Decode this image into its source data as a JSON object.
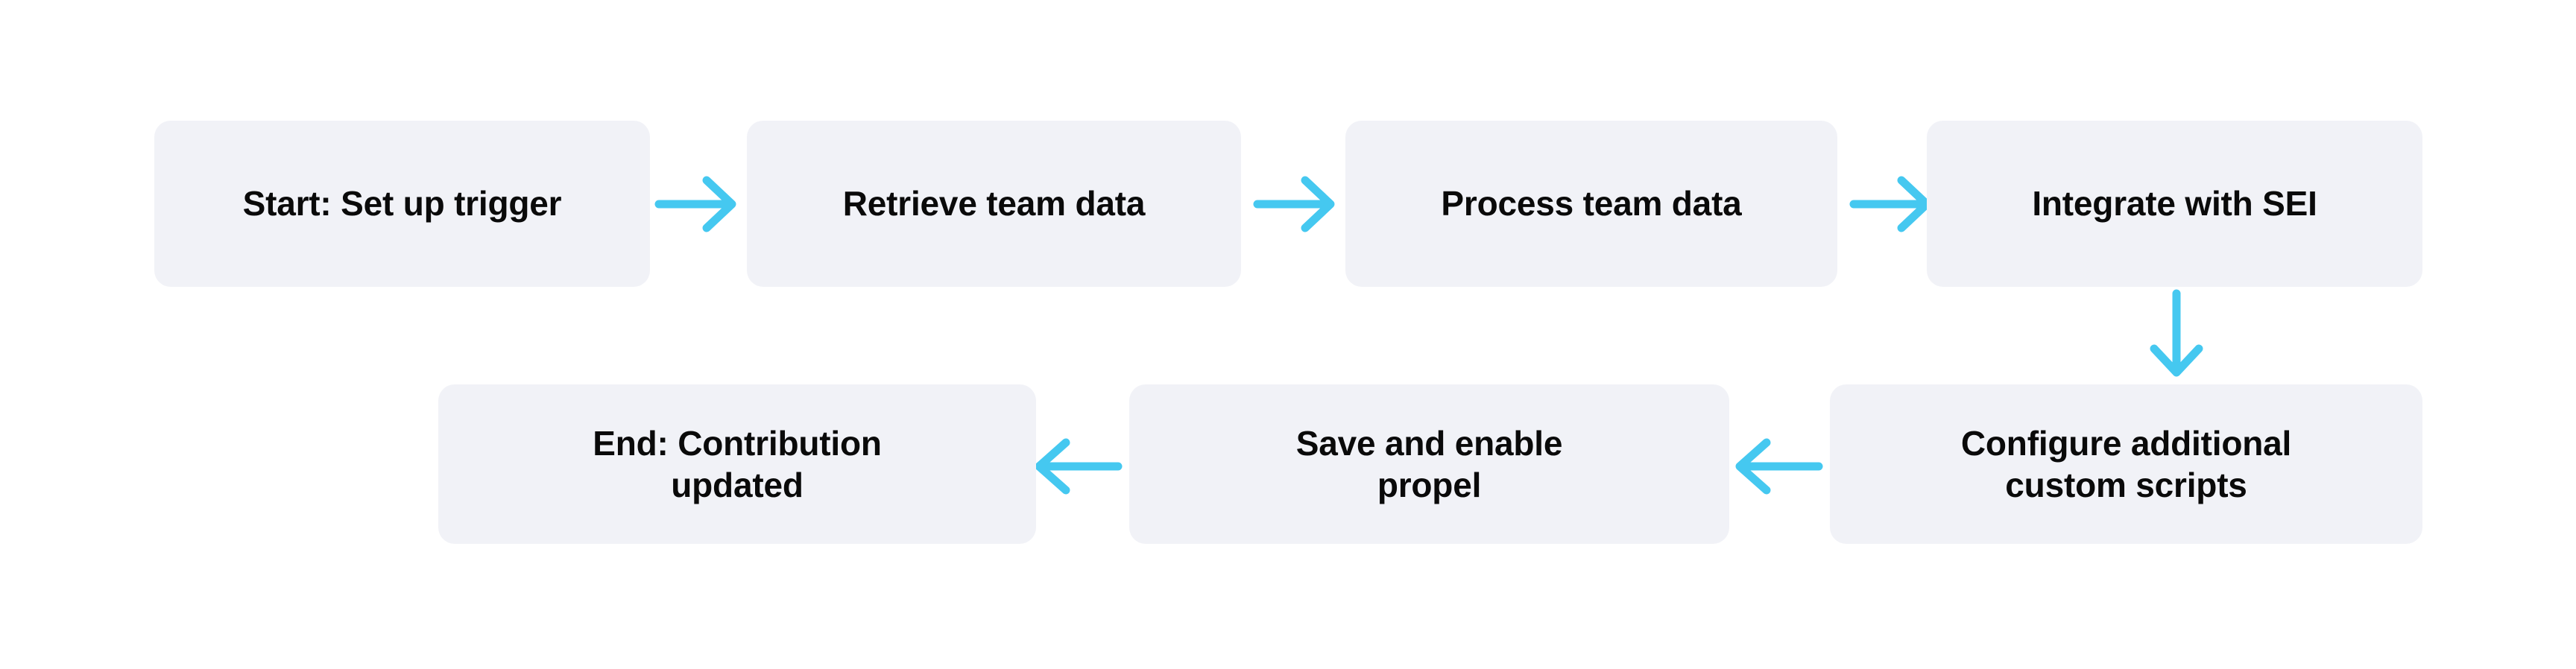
{
  "diagram": {
    "type": "flowchart",
    "orientation": "snake-left-to-right-then-right-to-left",
    "background_color": "#FFFFFF",
    "node_fill_color": "#F1F2F7",
    "node_text_color": "#0A0A0A",
    "arrow_color": "#45C8F0",
    "nodes": [
      {
        "id": "start",
        "label": "Start: Set up trigger",
        "row": 1,
        "order": 1
      },
      {
        "id": "retrieve",
        "label": "Retrieve team data",
        "row": 1,
        "order": 2
      },
      {
        "id": "process",
        "label": "Process team data",
        "row": 1,
        "order": 3
      },
      {
        "id": "integrate",
        "label": "Integrate with SEI",
        "row": 1,
        "order": 4
      },
      {
        "id": "configure",
        "label": "Configure additional\ncustom scripts",
        "row": 2,
        "order": 5
      },
      {
        "id": "save",
        "label": "Save and enable\npropel",
        "row": 2,
        "order": 6
      },
      {
        "id": "end",
        "label": "End: Contribution\nupdated",
        "row": 2,
        "order": 7
      }
    ],
    "edges": [
      {
        "id": "start-retrieve",
        "from": "start",
        "to": "retrieve",
        "direction": "right"
      },
      {
        "id": "retrieve-process",
        "from": "retrieve",
        "to": "process",
        "direction": "right"
      },
      {
        "id": "process-integrate",
        "from": "process",
        "to": "integrate",
        "direction": "right"
      },
      {
        "id": "integrate-configure",
        "from": "integrate",
        "to": "configure",
        "direction": "down"
      },
      {
        "id": "configure-save",
        "from": "configure",
        "to": "save",
        "direction": "left"
      },
      {
        "id": "save-end",
        "from": "save",
        "to": "end",
        "direction": "left"
      }
    ]
  }
}
